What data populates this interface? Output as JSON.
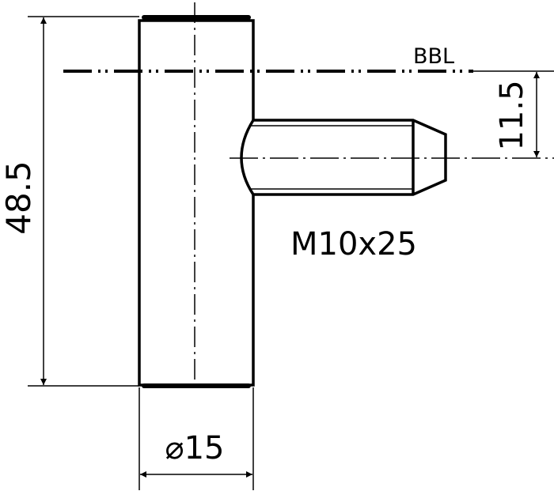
{
  "drawing": {
    "reference_line_label": "BBL",
    "height_dimension": "48.5",
    "offset_dimension": "11.5",
    "thread_label": "M10x25",
    "diameter_dimension": "⌀15"
  },
  "colors": {
    "line": "#000000",
    "background": "#ffffff"
  }
}
